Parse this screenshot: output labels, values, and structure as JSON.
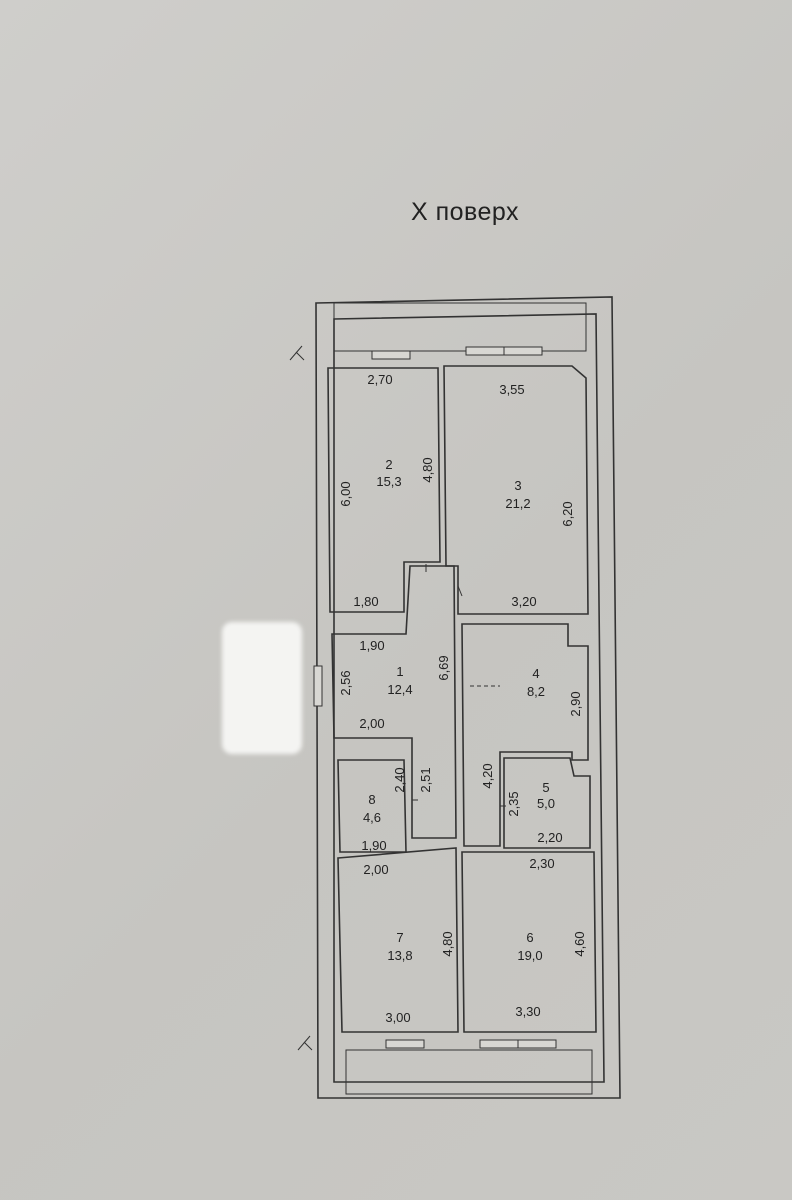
{
  "title": "Х поверх",
  "rooms": [
    {
      "number": "1",
      "area": "12,4"
    },
    {
      "number": "2",
      "area": "15,3"
    },
    {
      "number": "3",
      "area": "21,2"
    },
    {
      "number": "4",
      "area": "8,2"
    },
    {
      "number": "5",
      "area": "5,0"
    },
    {
      "number": "6",
      "area": "19,0"
    },
    {
      "number": "7",
      "area": "13,8"
    },
    {
      "number": "8",
      "area": "4,6"
    }
  ],
  "dimensions": {
    "r2_top": "2,70",
    "r2_left": "6,00",
    "r2_right": "4,80",
    "r2_bottom": "1,80",
    "r3_top": "3,55",
    "r3_right": "6,20",
    "r3_bottom": "3,20",
    "r1_top": "1,90",
    "r1_left": "2,56",
    "r1_right": "6,69",
    "r1_bottom": "2,00",
    "r1_inner": "2,51",
    "r4_right": "2,90",
    "r4_left": "4,20",
    "r5_left": "2,35",
    "r5_bottom": "2,20",
    "r8_right": "2,40",
    "r8_bottom": "1,90",
    "r7_top": "2,00",
    "r7_right": "4,80",
    "r7_bottom": "3,00",
    "r6_top": "2,30",
    "r6_right": "4,60",
    "r6_bottom": "3,30"
  }
}
